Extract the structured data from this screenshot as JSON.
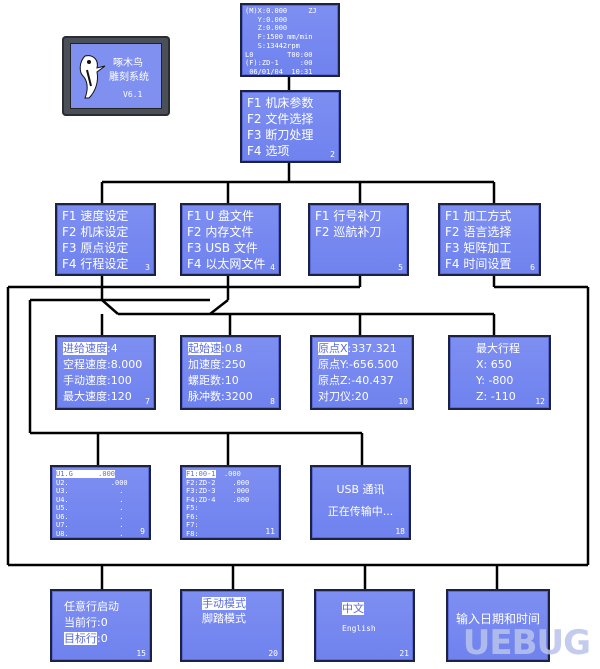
{
  "device": {
    "brand_line1": "啄木鸟",
    "brand_line2": "雕刻系统",
    "version": "V6.1"
  },
  "screens": {
    "s1": {
      "lines": [
        "(M)X:0.000     ZJ",
        "   Y:0.000",
        "   Z:0.000",
        "   F:1500 mm/min",
        "   S:13442rpm",
        "L0        T00:00",
        "(F):ZD-1     :00",
        " 06/01/04  10:31"
      ]
    },
    "s2": {
      "lines": [
        "F1 机床参数",
        "F2 文件选择",
        "F3 断刀处理",
        "F4 选项"
      ],
      "num": "2"
    },
    "s3": {
      "lines": [
        "F1 速度设定",
        "F2 机床设定",
        "F3 原点设定",
        "F4 行程设定"
      ],
      "num": "3"
    },
    "s4": {
      "lines": [
        "F1 U 盘文件",
        "F2 内存文件",
        "F3 USB 文件",
        "F4 以太网文件"
      ],
      "num": "4"
    },
    "s5": {
      "lines": [
        "F1 行号补刀",
        "F2 巡航补刀"
      ],
      "num": "5"
    },
    "s6": {
      "lines": [
        "F1 加工方式",
        "F2 语言选择",
        "F3 矩阵加工",
        "F4 时间设置"
      ],
      "num": "6"
    },
    "s7": {
      "hl": "进给速度",
      "rest": ":4",
      "lines": [
        "空程速度:8.000",
        "手动速度:100",
        "最大速度:120"
      ],
      "num": "7"
    },
    "s8": {
      "hl": "起始速",
      "rest": ":0.8",
      "lines": [
        "加速度:250",
        "螺距数:10",
        "脉冲数:3200"
      ],
      "num": "8"
    },
    "s10": {
      "hl": "原点X",
      "rest": ":337.321",
      "lines": [
        "原点Y:-656.500",
        "原点Z:-40.437",
        "对刀仪:20"
      ],
      "num": "10"
    },
    "s12": {
      "lines": [
        "最大行程",
        "X: 650",
        "Y: -800",
        "Z: -110"
      ],
      "num": "12"
    },
    "s9": {
      "hl": "U1.G      .000",
      "lines": [
        "U2.          .000",
        "U3.            .",
        "U4.            .",
        "U5.            .",
        "U6.            .",
        "U7.            .",
        "U8.            ."
      ],
      "num": "9"
    },
    "s11": {
      "hl": "F1:00-1",
      "hl_rest": "  .000",
      "lines": [
        "F2:ZD-2    .000",
        "F3:ZD-3    .000",
        "F4:ZD-4    .000",
        "F5:",
        "F6:",
        "F7:",
        "F8:"
      ],
      "num": "11"
    },
    "s18": {
      "lines": [
        "USB 通讯",
        "正在传输中..."
      ],
      "num": "18"
    },
    "s15": {
      "lines": [
        "任意行启动",
        "当前行:0"
      ],
      "hl": "目标行",
      "rest": ":0",
      "num": "15"
    },
    "s20": {
      "hl": "手动模式",
      "lines": [
        "脚踏模式"
      ],
      "num": "20"
    },
    "s21": {
      "hl": "中文",
      "lines": [
        "English"
      ],
      "num": "21"
    },
    "s22": {
      "lines": [
        "输入日期和时间"
      ]
    }
  },
  "watermark": "UEBUG"
}
